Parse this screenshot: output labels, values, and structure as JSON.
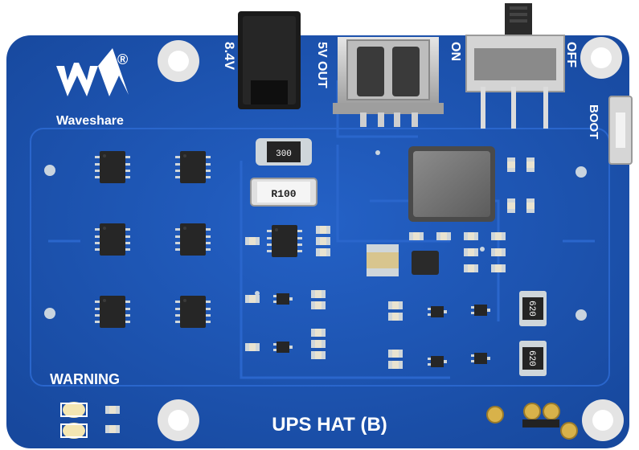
{
  "board": {
    "brand": "Waveshare",
    "registered_mark": "®",
    "title": "UPS HAT (B)",
    "warning": "WARNING",
    "input_voltage": "8.4V",
    "usb_label": "5V OUT",
    "switch_on": "ON",
    "switch_off": "OFF",
    "boot_label": "BOOT",
    "shunt_resistor": "R100",
    "small_resistor": "300",
    "power_resistor_1": "620",
    "power_resistor_2": "620"
  },
  "colors": {
    "pcb": "#1d56b8",
    "pcb_dark": "#17489d",
    "silkscreen": "#ffffff",
    "chip": "#2a2a2a",
    "pad": "#cdd6dc",
    "gold": "#d8b24a"
  }
}
